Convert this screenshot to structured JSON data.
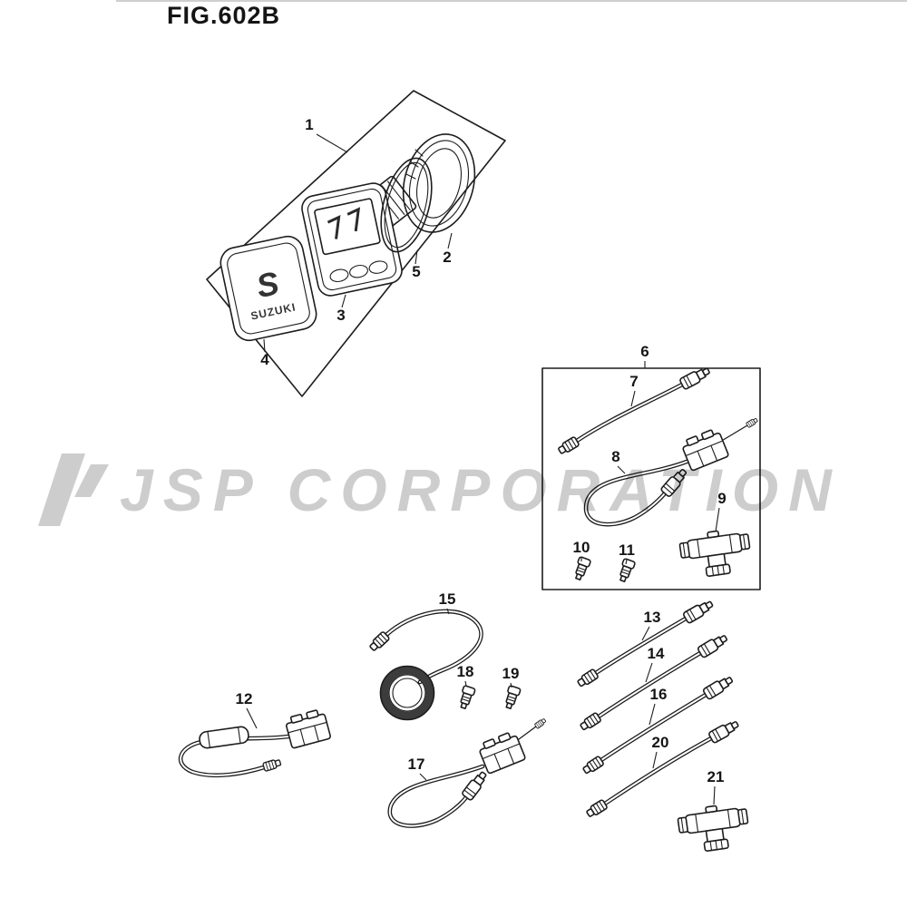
{
  "figure": {
    "title": "FIG.602B"
  },
  "watermark": {
    "text": "JSP CORPORATION"
  },
  "parts": {
    "p1": "1",
    "p2": "2",
    "p3": "3",
    "p4": "4",
    "p5": "5",
    "p6": "6",
    "p7": "7",
    "p8": "8",
    "p9": "9",
    "p10": "10",
    "p11": "11",
    "p12": "12",
    "p13": "13",
    "p14": "14",
    "p15": "15",
    "p16": "16",
    "p17": "17",
    "p18": "18",
    "p19": "19",
    "p20": "20",
    "p21": "21"
  }
}
